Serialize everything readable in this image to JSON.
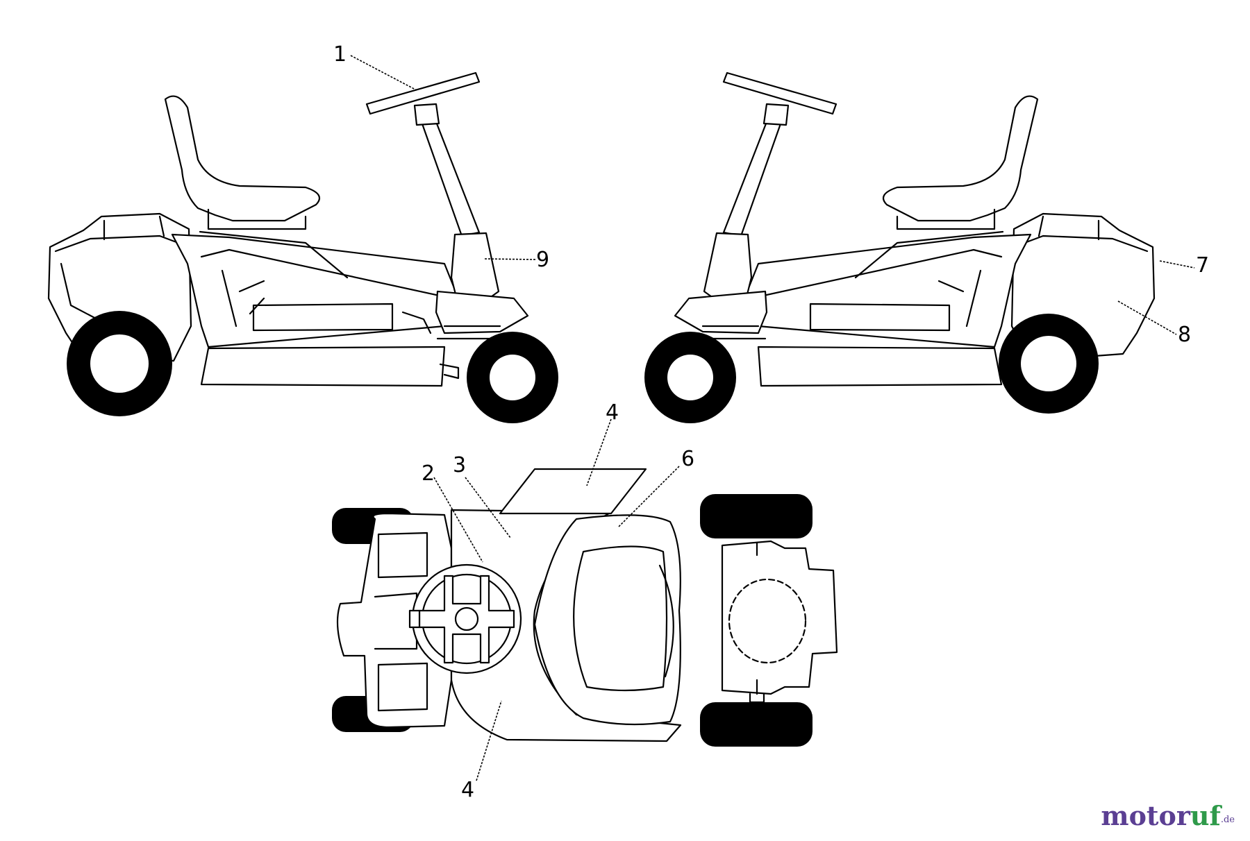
{
  "diagram": {
    "callouts": [
      "1",
      "2",
      "3",
      "4",
      "4",
      "6",
      "7",
      "8",
      "9"
    ]
  },
  "watermark": {
    "part1": "motor",
    "part2": "uf",
    "suffix": ".de"
  },
  "colors": {
    "line": "#000000",
    "background": "#ffffff",
    "watermark_purple": "#5b3f93",
    "watermark_green": "#2f9a4a"
  }
}
